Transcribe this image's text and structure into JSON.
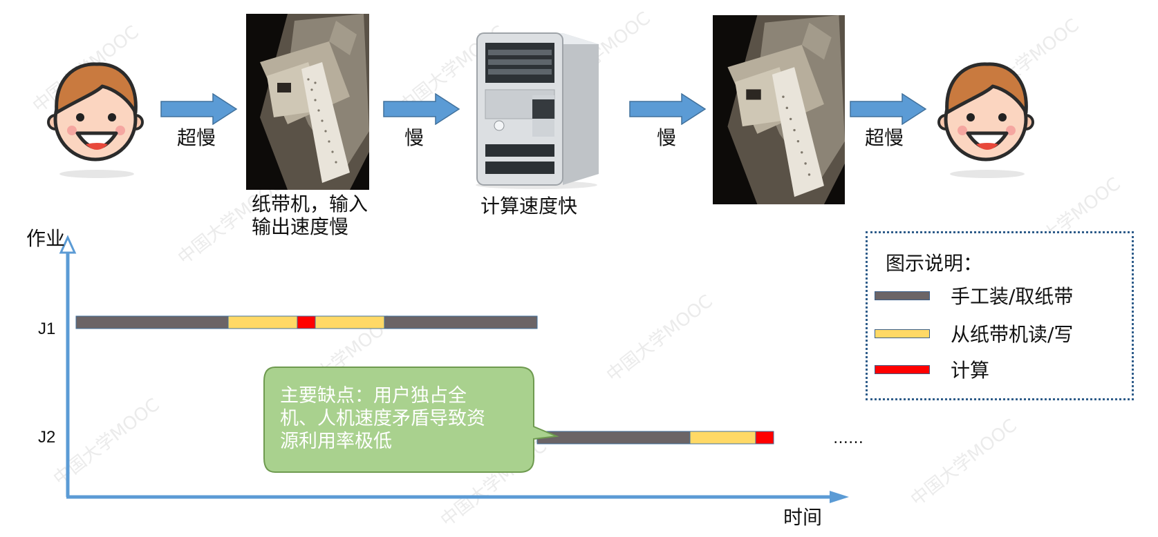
{
  "flow": {
    "arrow1_label": "超慢",
    "arrow2_label": "慢",
    "arrow3_label": "慢",
    "arrow4_label": "超慢",
    "tape_machine_caption": "纸带机，输入输出速度慢",
    "computer_caption": "计算速度快"
  },
  "axes": {
    "y_label": "作业",
    "x_label": "时间",
    "job1": "J1",
    "job2": "J2",
    "ellipsis": "……"
  },
  "timeline": {
    "J1": [
      {
        "phase": "manual",
        "start": 0,
        "end": 220
      },
      {
        "phase": "io",
        "start": 220,
        "end": 320
      },
      {
        "phase": "compute",
        "start": 320,
        "end": 346
      },
      {
        "phase": "io",
        "start": 346,
        "end": 446
      },
      {
        "phase": "manual",
        "start": 446,
        "end": 667
      }
    ],
    "J2": [
      {
        "phase": "manual",
        "start": 667,
        "end": 888
      },
      {
        "phase": "io",
        "start": 888,
        "end": 983
      },
      {
        "phase": "compute",
        "start": 983,
        "end": 1009
      }
    ]
  },
  "callout": {
    "text": "主要缺点：用户独占全机、人机速度矛盾导致资源利用率极低",
    "color": "#A9D18E"
  },
  "legend": {
    "title": "图示说明：",
    "items": [
      {
        "label": "手工装/取纸带",
        "color": "#6B6466"
      },
      {
        "label": "从纸带机读/写",
        "color": "#FFD966"
      },
      {
        "label": "计算",
        "color": "#FF0000"
      }
    ]
  },
  "watermark": "中国大学MOOC"
}
